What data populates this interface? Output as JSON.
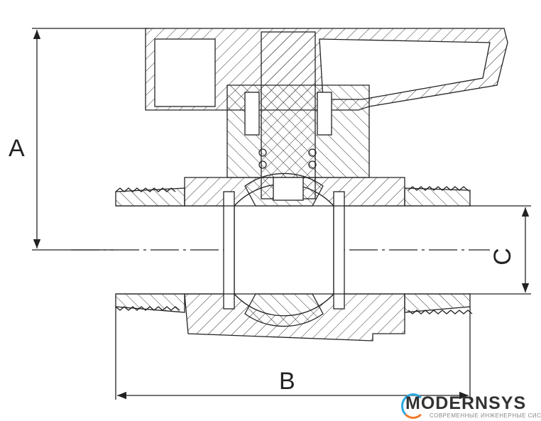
{
  "drawing": {
    "title": "Ball valve cross-section",
    "dimensions": {
      "a": "A",
      "b": "B",
      "c": "C"
    }
  },
  "logo": {
    "name": "MODERNSYS",
    "tagline": "СОВРЕМЕННЫЕ ИНЖЕНЕРНЫЕ СИСТЕМЫ",
    "colors": {
      "blue": "#29a8e0",
      "orange": "#f07a2a"
    }
  }
}
